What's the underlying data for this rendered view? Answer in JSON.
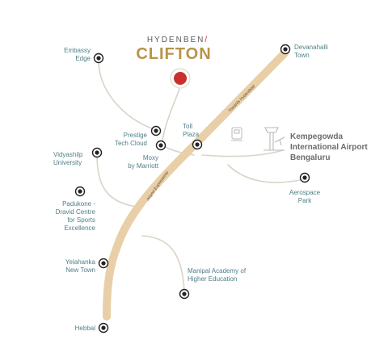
{
  "brand": {
    "top": "HYDENBEN",
    "slash": "/",
    "name": "CLIFTON"
  },
  "colors": {
    "road": "#e9cfa7",
    "connector": "#d9d4c8",
    "marker": "#222222",
    "project": "#c9302c",
    "label": "#4f7f86"
  },
  "roads": {
    "upper": "Towards Hyderabad",
    "lower": "Airport Expressway"
  },
  "airport": {
    "line1": "Kempegowda",
    "line2": "International Airport",
    "line3": "Bengaluru",
    "icon": "airport-tower-icon"
  },
  "toll": {
    "icon": "toll-booth-icon"
  },
  "places": {
    "embassy": [
      "Embassy",
      "Edge"
    ],
    "devanahalli": [
      "Devanahalli",
      "Town"
    ],
    "toll": [
      "Toll",
      "Plaza"
    ],
    "prestige": [
      "Prestige",
      "Tech Cloud"
    ],
    "moxy": [
      "Moxy",
      "by Marriott"
    ],
    "vidyashilp": [
      "Vidyashilp",
      "University"
    ],
    "padukone": [
      "Padukone -",
      "Dravid Centre",
      "for Sports",
      "Excellence"
    ],
    "aerospace": [
      "Aerospace",
      "Park"
    ],
    "yelahanka": [
      "Yelahanka",
      "New Town"
    ],
    "manipal": [
      "Manipal Academy of",
      "Higher Education"
    ],
    "hebbal": [
      "Hebbal"
    ]
  }
}
